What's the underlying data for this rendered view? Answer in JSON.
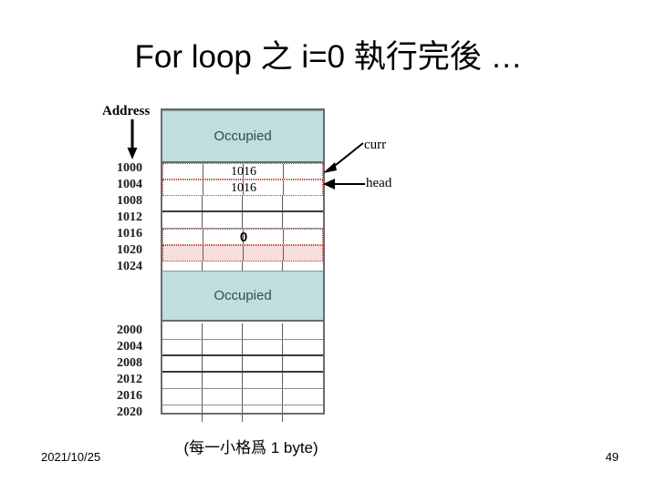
{
  "slide": {
    "title": "For loop 之 i=0 執行完後 …",
    "caption": "(每一小格爲 1 byte)",
    "footer_date": "2021/10/25",
    "page_number": "49"
  },
  "diagram": {
    "axis_label": "Address",
    "occupied_top_label": "Occupied",
    "occupied_bottom_label": "Occupied",
    "colors": {
      "occupied_fill": "#bfdede",
      "highlight_border": "#c0392b",
      "highlight_fill": "#f6dede",
      "grid_line": "#5d5d5d"
    },
    "addresses_top": [
      "1000",
      "1004",
      "1008",
      "1012",
      "1016",
      "1020",
      "1024"
    ],
    "addresses_bottom": [
      "2000",
      "2004",
      "2008",
      "2012",
      "2016",
      "2020"
    ],
    "rows": [
      {
        "address": "1000",
        "value": "1016",
        "highlight": "outline"
      },
      {
        "address": "1004",
        "value": "1016",
        "highlight": "outline"
      },
      {
        "address": "1008",
        "value": "",
        "highlight": "none"
      },
      {
        "address": "1012",
        "value": "",
        "highlight": "none"
      },
      {
        "address": "1016",
        "value": "0",
        "highlight": "outline"
      },
      {
        "address": "1020",
        "value": "",
        "highlight": "fill"
      },
      {
        "address": "1024",
        "value": "",
        "highlight": "none"
      }
    ],
    "pointers": [
      {
        "name": "curr",
        "label": "curr",
        "target_address": "1000"
      },
      {
        "name": "head",
        "label": "head",
        "target_address": "1004"
      }
    ]
  }
}
